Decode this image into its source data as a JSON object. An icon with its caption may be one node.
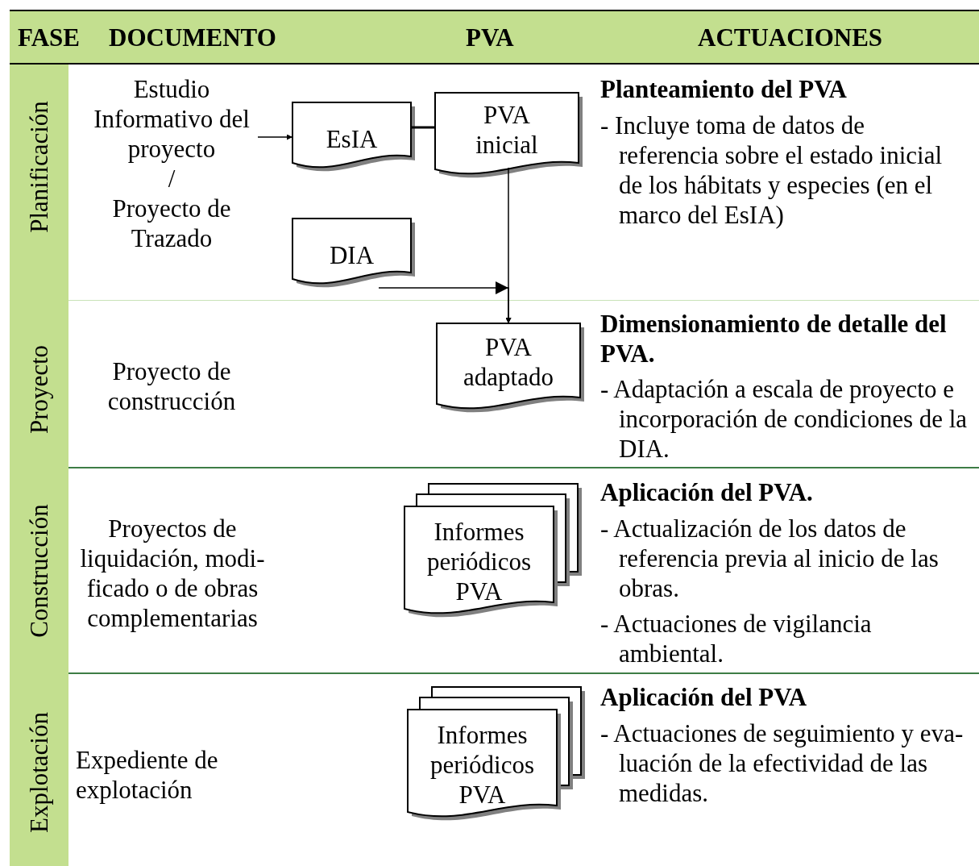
{
  "diagram": {
    "nodes": [
      {
        "text": [
          "Estudio Informativo del proyecto",
          "/",
          "Proyecto de Trazado"
        ]
      },
      {
        "text": [
          "EsIA"
        ]
      },
      {
        "text": [
          "PVA inicial"
        ]
      },
      {
        "text": [
          "DIA"
        ]
      },
      {
        "text": [
          "PVA adaptado"
        ]
      },
      {
        "text": [
          "Informes periódicos PVA"
        ]
      },
      {
        "text": [
          "Informes periódicos PVA"
        ]
      }
    ],
    "edges": [
      {
        "from": 0,
        "to": 1,
        "arrow": "to"
      },
      {
        "from": 1,
        "to": 2,
        "arrow": "none"
      },
      {
        "from": 2,
        "to": 4,
        "arrow": "to"
      },
      {
        "from": 3,
        "to": 4,
        "arrow": "to"
      }
    ],
    "labels": [
      "FASE",
      "DOCUMENTO",
      "PVA",
      "ACTUACIONES",
      "Planificación",
      "Planteamiento del PVA",
      "- Incluye toma de datos de referencia sobre el estado inicial de los hábitats y especies (en el marco del EsIA)",
      "Proyecto",
      "Proyecto de construcción",
      "Dimensionamiento de detalle del PVA.",
      "- Adaptación a escala de proyecto e incorporación de condiciones de la DIA.",
      "Construcción",
      "Proyectos de liquidación, modi-ficado o de obras complementarias",
      "Aplicación del PVA.",
      "- Actualización de los datos de referencia previa al inicio de las obras.",
      "- Actuaciones de vigilancia ambiental.",
      "Explotación",
      "Expediente de explotación",
      "Aplicación del PVA",
      "- Actuaciones de seguimiento y eva-luación de la efectividad de las medidas."
    ]
  }
}
